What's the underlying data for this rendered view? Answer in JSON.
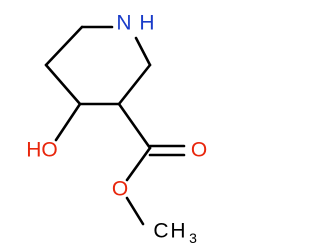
{
  "molecule": {
    "atoms": {
      "nitrogen": "N",
      "nitrogen_h": "H",
      "hydroxyl": "HO",
      "carbonyl_oxygen": "O",
      "ester_oxygen": "O",
      "methyl_c": "C",
      "methyl_h": "H",
      "methyl_sub": "3"
    },
    "colors": {
      "bond": "#000000",
      "nitrogen": "#1a3cc9",
      "oxygen": "#e8260c",
      "carbon": "#000000"
    }
  }
}
